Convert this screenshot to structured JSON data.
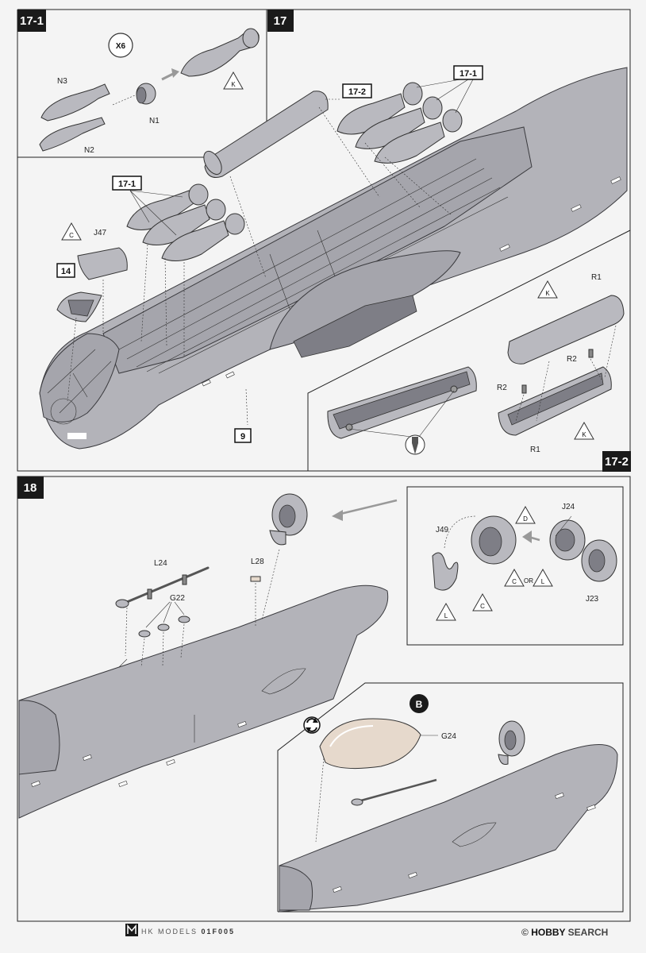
{
  "footer": {
    "brand": "HK MODELS",
    "code": "01F005"
  },
  "watermark": {
    "logo": "HOBBY",
    "text": "SEARCH",
    "symbol": "©"
  },
  "steps": {
    "s17_1": "17-1",
    "s17": "17",
    "s17_2": "17-2",
    "s18": "18"
  },
  "refs": {
    "r17_2": "17-2",
    "r17_1a": "17-1",
    "r17_1b": "17-1",
    "r14": "14",
    "r9": "9"
  },
  "multiplier": "X6",
  "parts": {
    "N3": "N3",
    "N1": "N1",
    "N2": "N2",
    "J47": "J47",
    "R1a": "R1",
    "R1b": "R1",
    "R2a": "R2",
    "R2b": "R2",
    "L24": "L24",
    "L28": "L28",
    "G22": "G22",
    "J24": "J24",
    "J49": "J49",
    "J23": "J23",
    "G24": "G24"
  },
  "paint_codes": {
    "k1": "K",
    "c1": "C",
    "k2": "K",
    "k3": "K",
    "d1": "D",
    "c2": "C",
    "l1": "L",
    "c3": "C",
    "l2": "L"
  },
  "or_text": "OR",
  "option_b": "B",
  "colors": {
    "fuselage": "#b3b3b9",
    "canopy": "#e6d9cc",
    "step_box": "#1a1a1a"
  }
}
